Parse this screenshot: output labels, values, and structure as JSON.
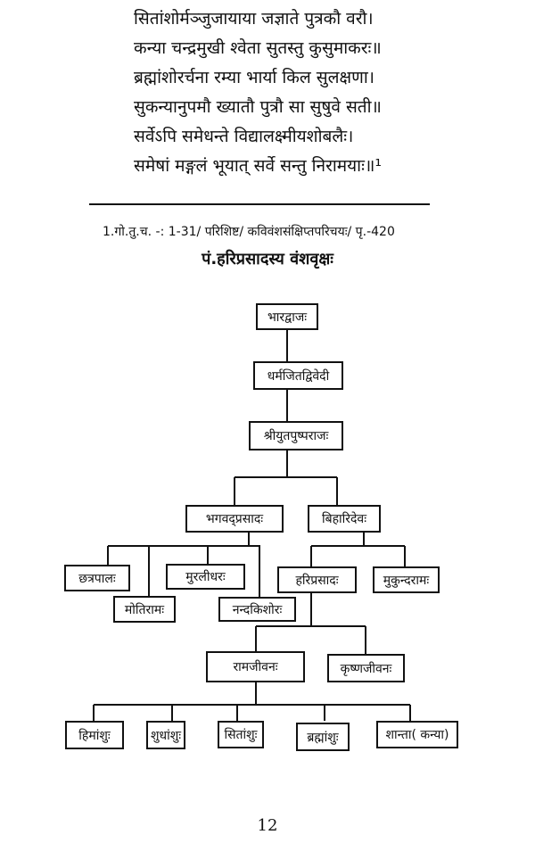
{
  "verses": [
    "सितांशोर्मञ्जुजायाया   जज्ञाते पुत्रकौ वरौ।",
    "कन्या चन्द्रमुखी श्वेता सुतस्तु कुसुमाकरः॥",
    "ब्रह्मांशोरर्चना रम्या भार्या किल सुलक्षणा।",
    "सुकन्यानुपमौ ख्यातौ पुत्रौ सा सुषुवे सती॥",
    "सर्वेऽपि   समेधन्ते   विद्यालक्ष्मीयशोबलैः।",
    "समेषां मङ्गलं भूयात् सर्वे सन्तु निरामयाः॥¹"
  ],
  "footnote": "1.गो.तु.च. -: 1-31/ परिशिष्ट/ कविवंशसंक्षिप्तपरिचयः/ पृ.-420",
  "title": "पं.हरिप्रसादस्य वंशवृक्षः",
  "tree": {
    "bharadvaja": "भारद्वाजः",
    "dharmajit": "धर्मजितद्विवेदी",
    "pushparaj": "श्रीयुतपुष्पराजः",
    "bhagavad": "भगवद्प्रसादः",
    "bihari": "बिहारिदेवः",
    "chhatrapal": "छत्रपालः",
    "motiram": "मोतिरामः",
    "muralidhar": "मुरलीधरः",
    "nandakishor": "नन्दकिशोरः",
    "hariprasad": "हरिप्रसादः",
    "mukundram": "मुकुन्दरामः",
    "ramjivan": "रामजीवनः",
    "krishnajivan": "कृष्णजीवनः",
    "himanshu": "हिमांशुः",
    "shudhanshu": "शुधांशुः",
    "sitanshu": "सितांशुः",
    "brahmanshu": "ब्रह्मांशुः",
    "shanta": "शान्ता( कन्या)"
  },
  "page_number": "12"
}
